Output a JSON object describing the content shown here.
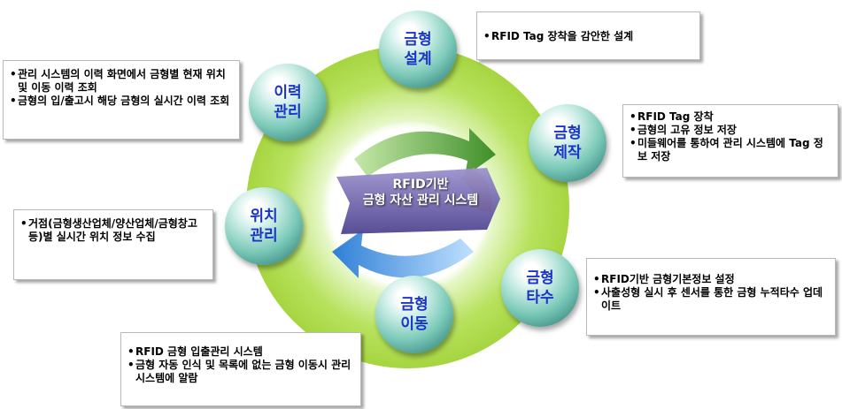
{
  "center": {
    "line1": "RFID기반",
    "line2": "금형 자산 관리 시스템"
  },
  "nodes": {
    "design": {
      "line1": "금형",
      "line2": "설계",
      "bullets": [
        "RFID Tag 장착을 감안한 설계"
      ]
    },
    "manufacture": {
      "line1": "금형",
      "line2": "제작",
      "bullets": [
        "RFID Tag 장착",
        "금형의 고유 정보 저장",
        "미들웨어를 통하여 관리 시스템에 Tag 정보 저장"
      ]
    },
    "shots": {
      "line1": "금형",
      "line2": "타수",
      "bullets": [
        "RFID기반 금형기본정보 설정",
        "사출성형 실시 후 센서를 통한 금형 누적타수 업데이트"
      ]
    },
    "move": {
      "line1": "금형",
      "line2": "이동",
      "bullets": [
        "RFID 금형 입출관리 시스템",
        "금형 자동 인식 및 목록에 없는 금형 이동시 관리 시스템에 알람"
      ]
    },
    "location": {
      "line1": "위치",
      "line2": "관리",
      "bullets": [
        "거점(금형생산업체/양산업체/금형창고 등)별 실시간 위치 정보 수집"
      ]
    },
    "history": {
      "line1": "이력",
      "line2": "관리",
      "bullets": [
        "관리 시스템의 이력 화면에서 금형별 현재 위치 및 이동 이력 조회",
        "금형의 입/출고시 해당 금형의 실시간 이력 조회"
      ]
    }
  },
  "colors": {
    "ring": "#a4d43d",
    "sphere_text": "#1a34c8",
    "arrow_green": "#5aa63c",
    "arrow_orange": "#e88a2c",
    "arrow_blue": "#4a8fe0",
    "arrow_purple": "#7b6fb0"
  }
}
